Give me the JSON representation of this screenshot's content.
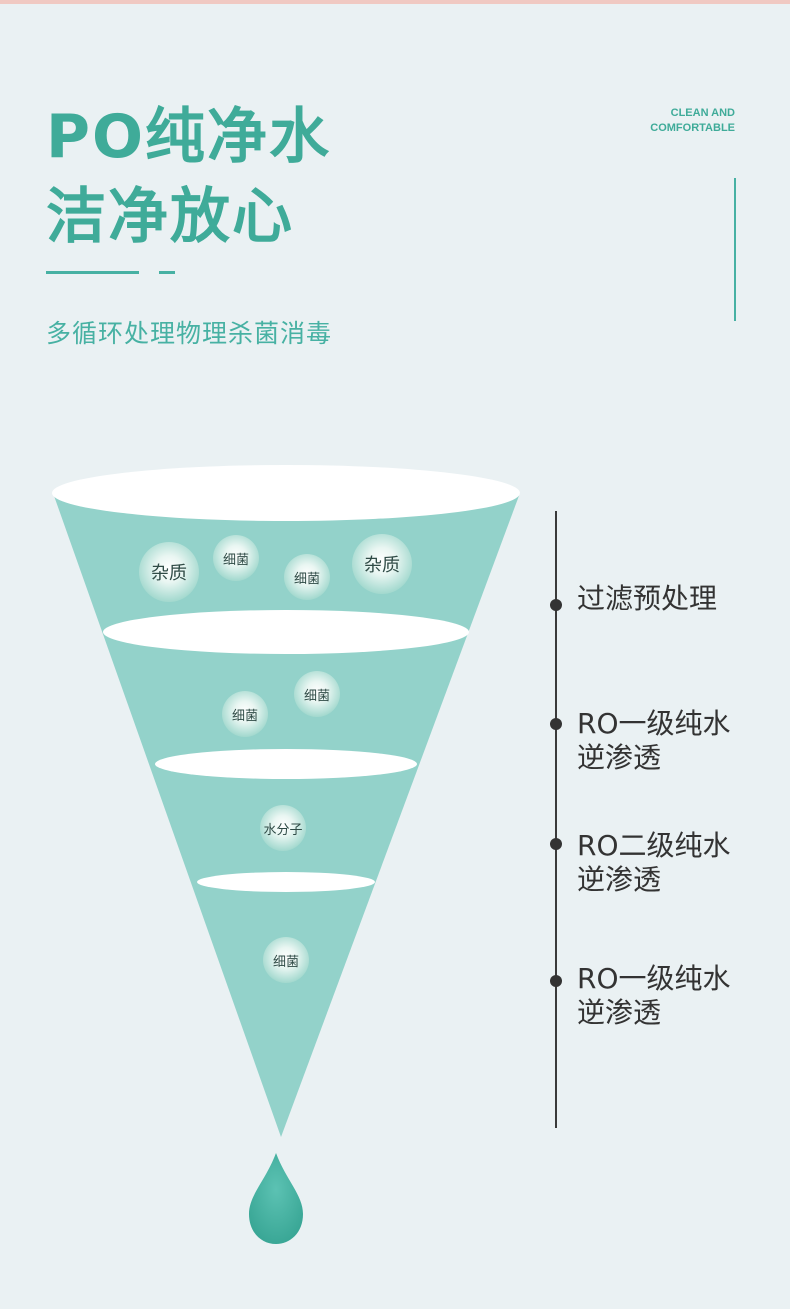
{
  "header": {
    "title_line1": "PO纯净水",
    "title_line2": "洁净放心",
    "subtitle": "多循环处理物理杀菌消毒",
    "tag_line1": "CLEAN AND",
    "tag_line2": "COMFORTABLE"
  },
  "funnel": {
    "particles": [
      "杂质",
      "细菌",
      "细菌",
      "杂质",
      "细菌",
      "细菌",
      "水分子",
      "细菌"
    ]
  },
  "steps": [
    {
      "line1": "过滤预处理",
      "line2": ""
    },
    {
      "line1": "RO一级纯水",
      "line2": "逆渗透"
    },
    {
      "line1": "RO二级纯水",
      "line2": "逆渗透"
    },
    {
      "line1": "RO一级纯水",
      "line2": "逆渗透"
    }
  ],
  "colors": {
    "accent": "#3fab99",
    "funnel_fill": "#93d2ca",
    "drop": "#45b5a6",
    "background": "#eaf1f3"
  }
}
